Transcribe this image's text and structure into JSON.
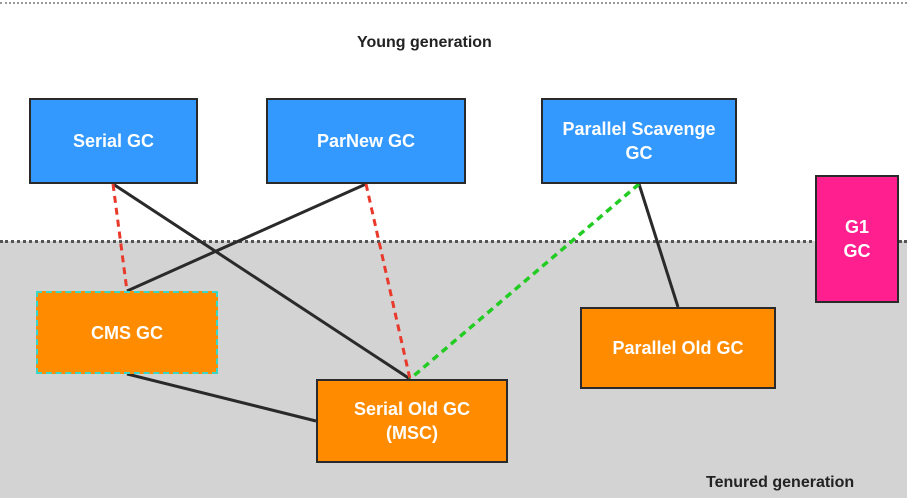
{
  "labels": {
    "young_generation": "Young generation",
    "tenured_generation": "Tenured generation"
  },
  "collectors": {
    "serial": "Serial GC",
    "parnew": "ParNew GC",
    "parallel_scavenge": "Parallel Scavenge\nGC",
    "g1": "G1\nGC",
    "cms": "CMS GC",
    "serial_old": "Serial Old GC\n(MSC)",
    "parallel_old": "Parallel Old GC"
  },
  "colors": {
    "young_box": "#3399ff",
    "old_box": "#ff8c00",
    "g1_box": "#ff1f8e",
    "tenured_area": "#d3d3d3",
    "solid_link": "#2a2a2a",
    "red_dashed_link": "#e8392b",
    "green_dashed_link": "#22cc22",
    "cms_border": "#3ad6c8"
  }
}
